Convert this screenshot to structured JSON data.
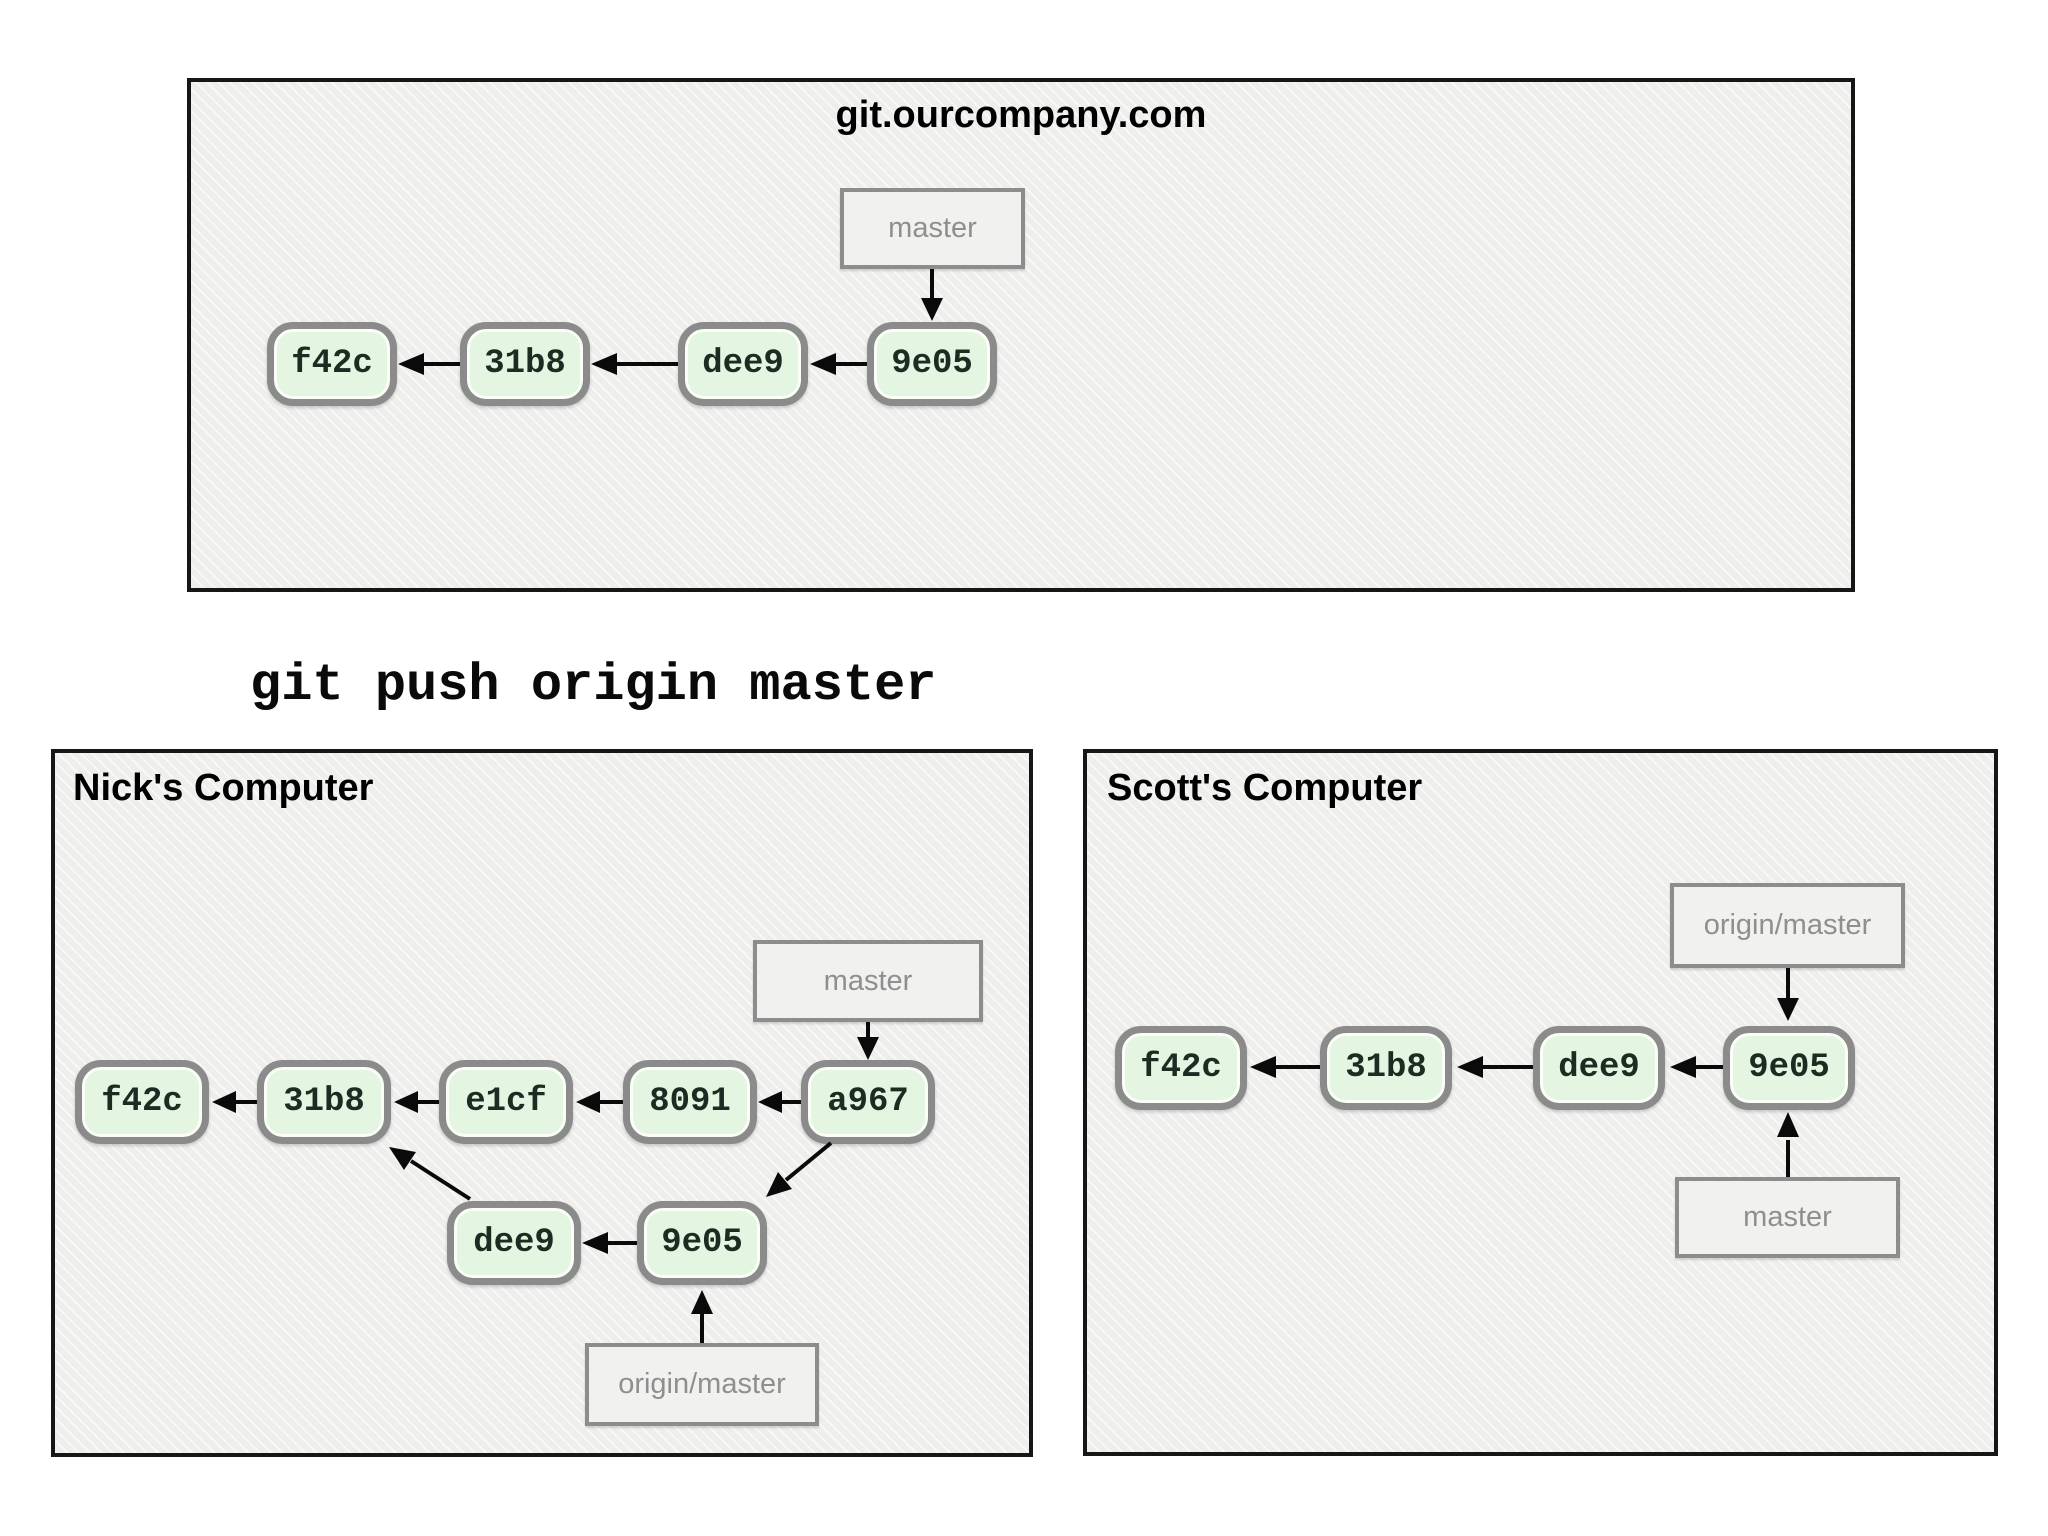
{
  "command_text": "git push origin master",
  "colors": {
    "page_background": "#ffffff",
    "panel_background": "#f0f0ee",
    "panel_border": "#161616",
    "commit_fill": "#e4f5e1",
    "commit_border": "#8b8b8b",
    "commit_text": "#1e2b22",
    "branch_label_border": "#8d8d8d",
    "branch_label_text": "#8f8f8f",
    "arrow": "#0a0a0a"
  },
  "panels": {
    "remote": {
      "title": "git.ourcompany.com",
      "branch_labels": {
        "master": "master"
      },
      "commits": [
        "f42c",
        "31b8",
        "dee9",
        "9e05"
      ],
      "edges": [
        {
          "from": "master",
          "to": "9e05"
        },
        {
          "from": "9e05",
          "to": "dee9"
        },
        {
          "from": "dee9",
          "to": "31b8"
        },
        {
          "from": "31b8",
          "to": "f42c"
        }
      ]
    },
    "nick": {
      "title": "Nick's Computer",
      "branch_labels": {
        "master": "master",
        "origin_master": "origin/master"
      },
      "commits_main": [
        "f42c",
        "31b8",
        "e1cf",
        "8091",
        "a967"
      ],
      "commits_fetched": [
        "dee9",
        "9e05"
      ],
      "edges": [
        {
          "from": "master",
          "to": "a967"
        },
        {
          "from": "a967",
          "to": "8091"
        },
        {
          "from": "8091",
          "to": "e1cf"
        },
        {
          "from": "e1cf",
          "to": "31b8"
        },
        {
          "from": "31b8",
          "to": "f42c"
        },
        {
          "from": "a967",
          "to": "9e05"
        },
        {
          "from": "9e05",
          "to": "dee9"
        },
        {
          "from": "dee9",
          "to": "31b8"
        },
        {
          "from": "origin/master",
          "to": "9e05"
        }
      ]
    },
    "scott": {
      "title": "Scott's Computer",
      "branch_labels": {
        "origin_master": "origin/master",
        "master": "master"
      },
      "commits": [
        "f42c",
        "31b8",
        "dee9",
        "9e05"
      ],
      "edges": [
        {
          "from": "origin/master",
          "to": "9e05"
        },
        {
          "from": "master",
          "to": "9e05"
        },
        {
          "from": "9e05",
          "to": "dee9"
        },
        {
          "from": "dee9",
          "to": "31b8"
        },
        {
          "from": "31b8",
          "to": "f42c"
        }
      ]
    }
  }
}
